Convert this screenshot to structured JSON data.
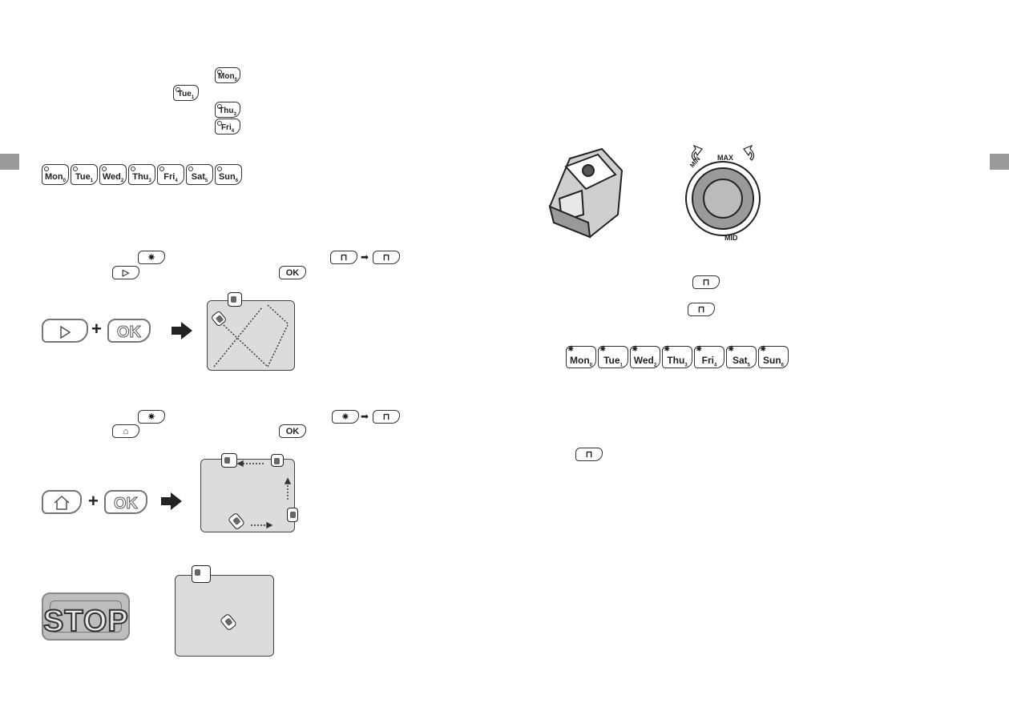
{
  "days": [
    {
      "label": "Mon",
      "num": "0"
    },
    {
      "label": "Tue",
      "num": "1"
    },
    {
      "label": "Wed",
      "num": "2"
    },
    {
      "label": "Thu",
      "num": "3"
    },
    {
      "label": "Fri",
      "num": "4"
    },
    {
      "label": "Sat",
      "num": "5"
    },
    {
      "label": "Sun",
      "num": "6"
    }
  ],
  "buttons": {
    "ok": "OK",
    "stop": "STOP",
    "plus": "+"
  },
  "dial": {
    "marks": [
      "MIN",
      "MAX",
      "MID"
    ]
  },
  "icons": [
    "play-icon",
    "home-icon",
    "mower-icon",
    "sun-icon",
    "arrow-right-icon",
    "rotate-arrow-icon"
  ],
  "colors": {
    "lawn": "#dcdcdc",
    "tab": "#9a9a9a",
    "stop_plate": "#bdbdbd"
  }
}
